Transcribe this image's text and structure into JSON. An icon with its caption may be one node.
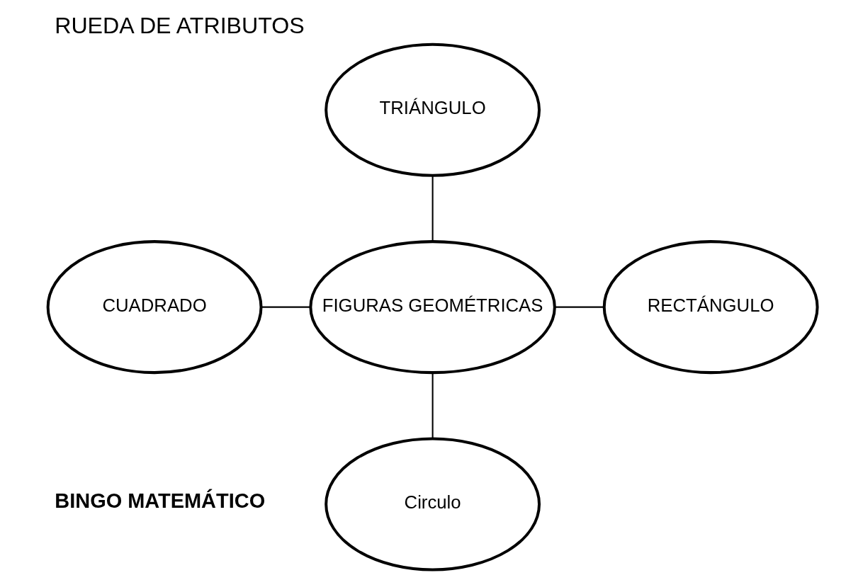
{
  "diagram": {
    "title": "RUEDA DE ATRIBUTOS",
    "nodes": [
      {
        "text": [
          "TRIÁNGULO"
        ]
      },
      {
        "text": [
          "CUADRADO"
        ]
      },
      {
        "text": [
          "FIGURAS GEOMÉTRICAS"
        ]
      },
      {
        "text": [
          "RECTÁNGULO"
        ]
      },
      {
        "text": [
          "Circulo"
        ]
      }
    ],
    "edges": [
      {
        "from": 0,
        "to": 2,
        "arrow": "none"
      },
      {
        "from": 1,
        "to": 2,
        "arrow": "none"
      },
      {
        "from": 2,
        "to": 3,
        "arrow": "none"
      },
      {
        "from": 2,
        "to": 4,
        "arrow": "none"
      }
    ],
    "labels": [
      "BINGO MATEMÁTICO"
    ]
  }
}
